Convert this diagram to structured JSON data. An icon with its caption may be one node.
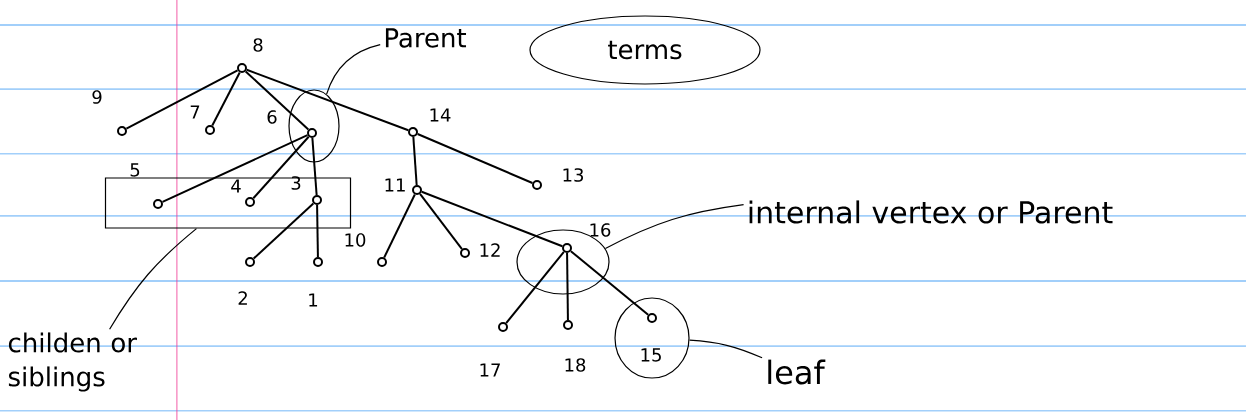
{
  "diagram": {
    "nodes": [
      {
        "text": [
          "terms"
        ]
      },
      {
        "text": [
          "Parent"
        ]
      },
      {
        "text": [],
        "shape": "circle"
      },
      {
        "text": [
          "childen or siblings"
        ]
      },
      {
        "text": [],
        "shape": "box"
      },
      {
        "text": [
          "internal vertex or Parent"
        ]
      },
      {
        "text": [],
        "shape": "circle"
      },
      {
        "text": [
          "leaf"
        ]
      },
      {
        "text": [],
        "shape": "circle"
      },
      {
        "text": [],
        "shape": "circle",
        "beside": [
          "8"
        ]
      },
      {
        "text": [],
        "shape": "circle",
        "beside": [
          "9"
        ]
      },
      {
        "text": [],
        "shape": "circle",
        "beside": [
          "7"
        ]
      },
      {
        "text": [],
        "shape": "circle",
        "beside": [
          "6"
        ],
        "in": 2
      },
      {
        "text": [],
        "shape": "circle",
        "beside": [
          "14"
        ]
      },
      {
        "text": [],
        "shape": "circle",
        "beside": [
          "5"
        ],
        "in": 4
      },
      {
        "text": [],
        "shape": "circle",
        "beside": [
          "4"
        ],
        "in": 4
      },
      {
        "text": [],
        "shape": "circle",
        "beside": [
          "3"
        ],
        "in": 4
      },
      {
        "text": [],
        "shape": "circle",
        "beside": [
          "2"
        ]
      },
      {
        "text": [],
        "shape": "circle",
        "beside": [
          "1"
        ]
      },
      {
        "text": [],
        "shape": "circle",
        "beside": [
          "11"
        ]
      },
      {
        "text": [],
        "shape": "circle",
        "beside": [
          "13"
        ]
      },
      {
        "text": [],
        "shape": "circle",
        "beside": [
          "10"
        ]
      },
      {
        "text": [],
        "shape": "circle",
        "beside": [
          "12"
        ]
      },
      {
        "text": [],
        "shape": "circle",
        "beside": [
          "16"
        ],
        "in": 6
      },
      {
        "text": [],
        "shape": "circle",
        "beside": [
          "17"
        ]
      },
      {
        "text": [],
        "shape": "circle",
        "beside": [
          "18"
        ]
      },
      {
        "text": [],
        "shape": "circle",
        "beside": [
          "15"
        ],
        "in": 8
      }
    ],
    "edges": [
      {
        "from": 9,
        "to": 10,
        "arrow": "none"
      },
      {
        "from": 9,
        "to": 11,
        "arrow": "none"
      },
      {
        "from": 9,
        "to": 12,
        "arrow": "none"
      },
      {
        "from": 9,
        "to": 13,
        "arrow": "none"
      },
      {
        "from": 12,
        "to": 14,
        "arrow": "none"
      },
      {
        "from": 12,
        "to": 15,
        "arrow": "none"
      },
      {
        "from": 12,
        "to": 16,
        "arrow": "none"
      },
      {
        "from": 16,
        "to": 17,
        "arrow": "none"
      },
      {
        "from": 16,
        "to": 18,
        "arrow": "none"
      },
      {
        "from": 13,
        "to": 19,
        "arrow": "none"
      },
      {
        "from": 13,
        "to": 20,
        "arrow": "none"
      },
      {
        "from": 19,
        "to": 21,
        "arrow": "none"
      },
      {
        "from": 19,
        "to": 22,
        "arrow": "none"
      },
      {
        "from": 19,
        "to": 23,
        "arrow": "none"
      },
      {
        "from": 23,
        "to": 24,
        "arrow": "none"
      },
      {
        "from": 23,
        "to": 25,
        "arrow": "none"
      },
      {
        "from": 23,
        "to": 26,
        "arrow": "none"
      },
      {
        "from": 1,
        "to": 2,
        "arrow": "none"
      },
      {
        "from": 3,
        "to": 4,
        "arrow": "none"
      },
      {
        "from": 5,
        "to": 6,
        "arrow": "none"
      },
      {
        "from": 7,
        "to": 8,
        "arrow": "none"
      }
    ]
  }
}
